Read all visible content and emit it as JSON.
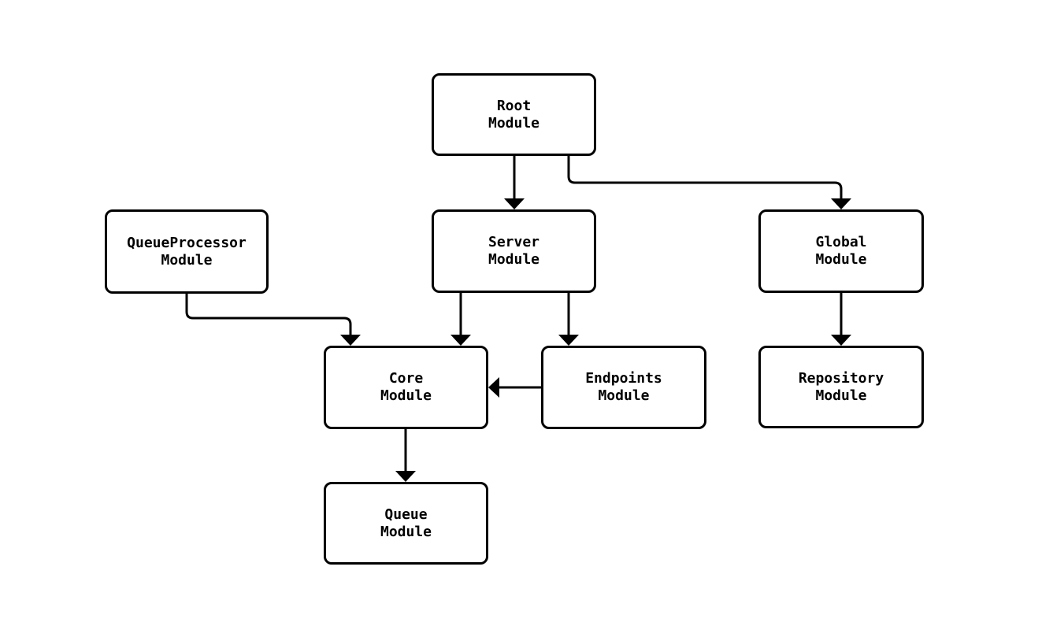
{
  "diagram": {
    "type": "flowchart",
    "background_color": "#ffffff",
    "node_fill_color": "#ffffff",
    "node_border_color": "#000000",
    "edge_color": "#000000",
    "nodes": {
      "root": {
        "label": "Root\nModule"
      },
      "queue_processor": {
        "label": "QueueProcessor\nModule"
      },
      "server": {
        "label": "Server\nModule"
      },
      "global": {
        "label": "Global\nModule"
      },
      "core": {
        "label": "Core\nModule"
      },
      "endpoints": {
        "label": "Endpoints\nModule"
      },
      "repository": {
        "label": "Repository\nModule"
      },
      "queue": {
        "label": "Queue\nModule"
      }
    },
    "edges": [
      {
        "from": "Root Module",
        "to": "Server Module"
      },
      {
        "from": "Root Module",
        "to": "Global Module"
      },
      {
        "from": "QueueProcessor Module",
        "to": "Core Module"
      },
      {
        "from": "Server Module",
        "to": "Core Module"
      },
      {
        "from": "Server Module",
        "to": "Endpoints Module"
      },
      {
        "from": "Endpoints Module",
        "to": "Core Module"
      },
      {
        "from": "Global Module",
        "to": "Repository Module"
      },
      {
        "from": "Core Module",
        "to": "Queue Module"
      }
    ]
  }
}
